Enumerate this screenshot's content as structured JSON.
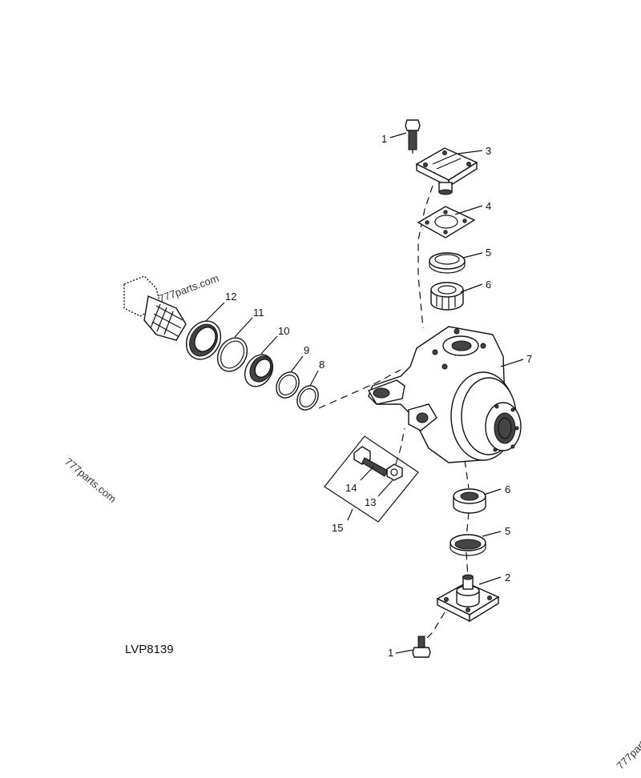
{
  "diagram_code": "LVP8139",
  "watermark": "777parts.com",
  "callouts": [
    "1",
    "3",
    "4",
    "5",
    "6",
    "12",
    "11",
    "10",
    "9",
    "8",
    "7",
    "14",
    "13",
    "15",
    "6",
    "5",
    "2",
    "1"
  ]
}
